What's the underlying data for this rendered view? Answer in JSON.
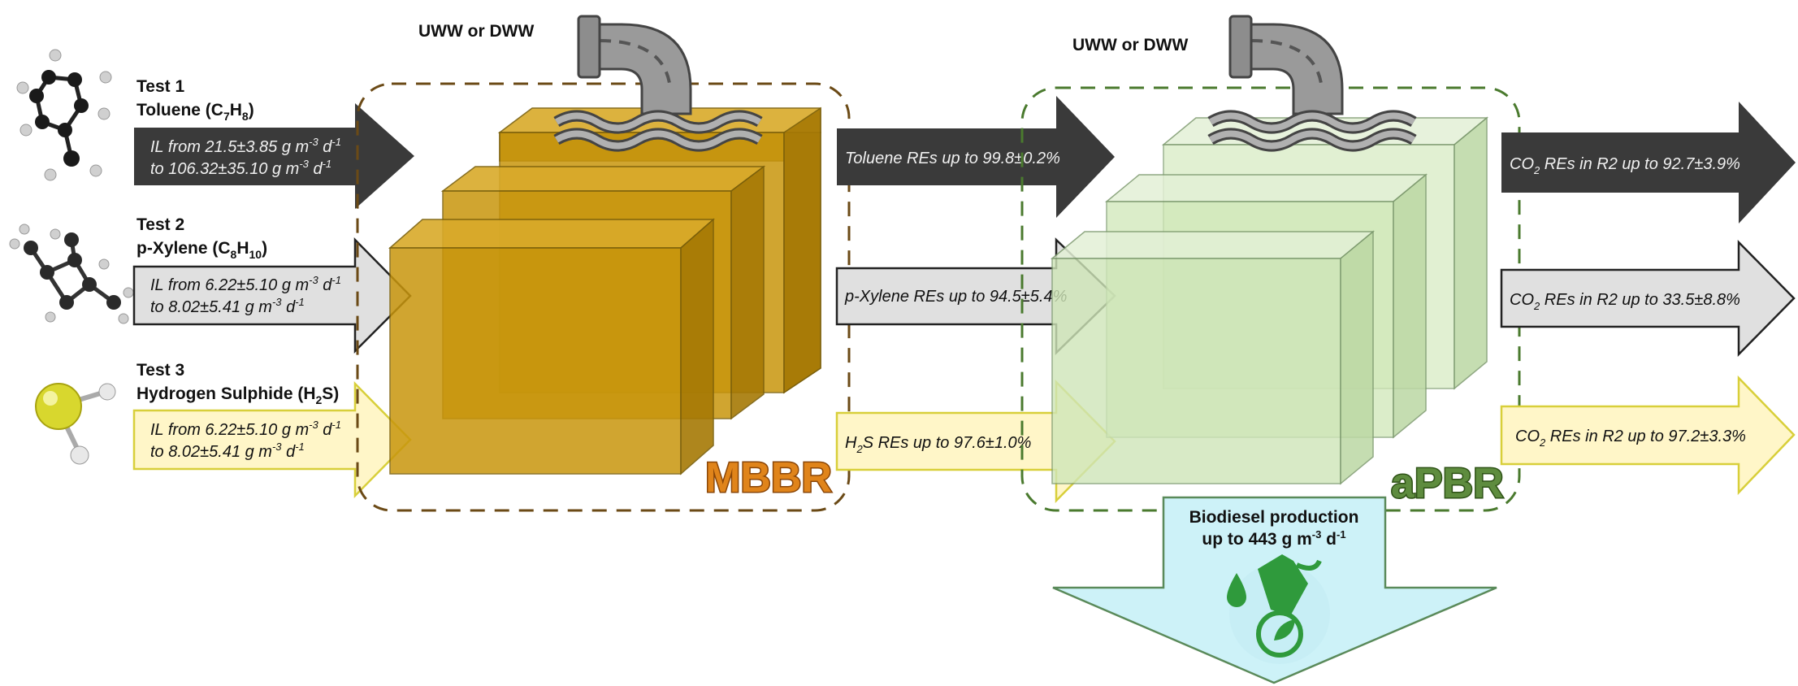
{
  "colors": {
    "dark_arrow": "#3a3a3a",
    "light_arrow": "#e0e0e0",
    "yellow_arrow": "#fff6c8",
    "yellow_border": "#d8cf3a",
    "mbbr_block": "#c8960d",
    "mbbr_text": "#e0841a",
    "apbr_block": "#cfe6b8",
    "apbr_text": "#5e8c3e",
    "bio_arrow": "#cdf2f8"
  },
  "inputs": {
    "test1": {
      "title": "Test 1",
      "name": "Toluene (C",
      "sub1": "7",
      "mid": "H",
      "sub2": "8",
      "end": ")",
      "il_line1_a": "IL from 21.5±3.85 g m",
      "il_line1_sup1": "-3",
      "il_line1_b": " d",
      "il_line1_sup2": "-1",
      "il_line2_a": "to 106.32±35.10 g m",
      "il_line2_sup1": "-3",
      "il_line2_b": " d",
      "il_line2_sup2": "-1"
    },
    "test2": {
      "title": "Test 2",
      "name": "p-Xylene (C",
      "sub1": "8",
      "mid": "H",
      "sub2": "10",
      "end": ")",
      "il_line1_a": "IL from 6.22±5.10 g m",
      "il_line1_sup1": "-3",
      "il_line1_b": " d",
      "il_line1_sup2": "-1",
      "il_line2_a": "to 8.02±5.41 g m",
      "il_line2_sup1": "-3",
      "il_line2_b": " d",
      "il_line2_sup2": "-1"
    },
    "test3": {
      "title": "Test 3",
      "name": "Hydrogen Sulphide (H",
      "sub1": "2",
      "end": "S)",
      "il_line1_a": "IL from 6.22±5.10 g m",
      "il_line1_sup1": "-3",
      "il_line1_b": " d",
      "il_line1_sup2": "-1",
      "il_line2_a": "to 8.02±5.41 g m",
      "il_line2_sup1": "-3",
      "il_line2_b": " d",
      "il_line2_sup2": "-1"
    }
  },
  "pipe_label_1": "UWW or DWW",
  "pipe_label_2": "UWW or DWW",
  "reactor_1": "MBBR",
  "reactor_2": "aPBR",
  "middle": {
    "toluene": "Toluene REs up to 99.8±0.2%",
    "xylene": "p-Xylene REs up to 94.5±5.4%",
    "h2s_a": "H",
    "h2s_sub": "2",
    "h2s_b": "S REs up to 97.6±1.0%"
  },
  "outputs": {
    "co2_1_a": "CO",
    "co2_1_sub": "2",
    "co2_1_b": " REs in R2 up to 92.7±3.9%",
    "co2_2_a": "CO",
    "co2_2_sub": "2",
    "co2_2_b": " REs in R2 up to 33.5±8.8%",
    "co2_3_a": "CO",
    "co2_3_sub": "2",
    "co2_3_b": " REs in R2 up to  97.2±3.3%"
  },
  "biodiesel": {
    "line1": "Biodiesel production",
    "line2_a": "up to 443 g m",
    "line2_sup1": "-3",
    "line2_b": " d",
    "line2_sup2": "-1"
  }
}
